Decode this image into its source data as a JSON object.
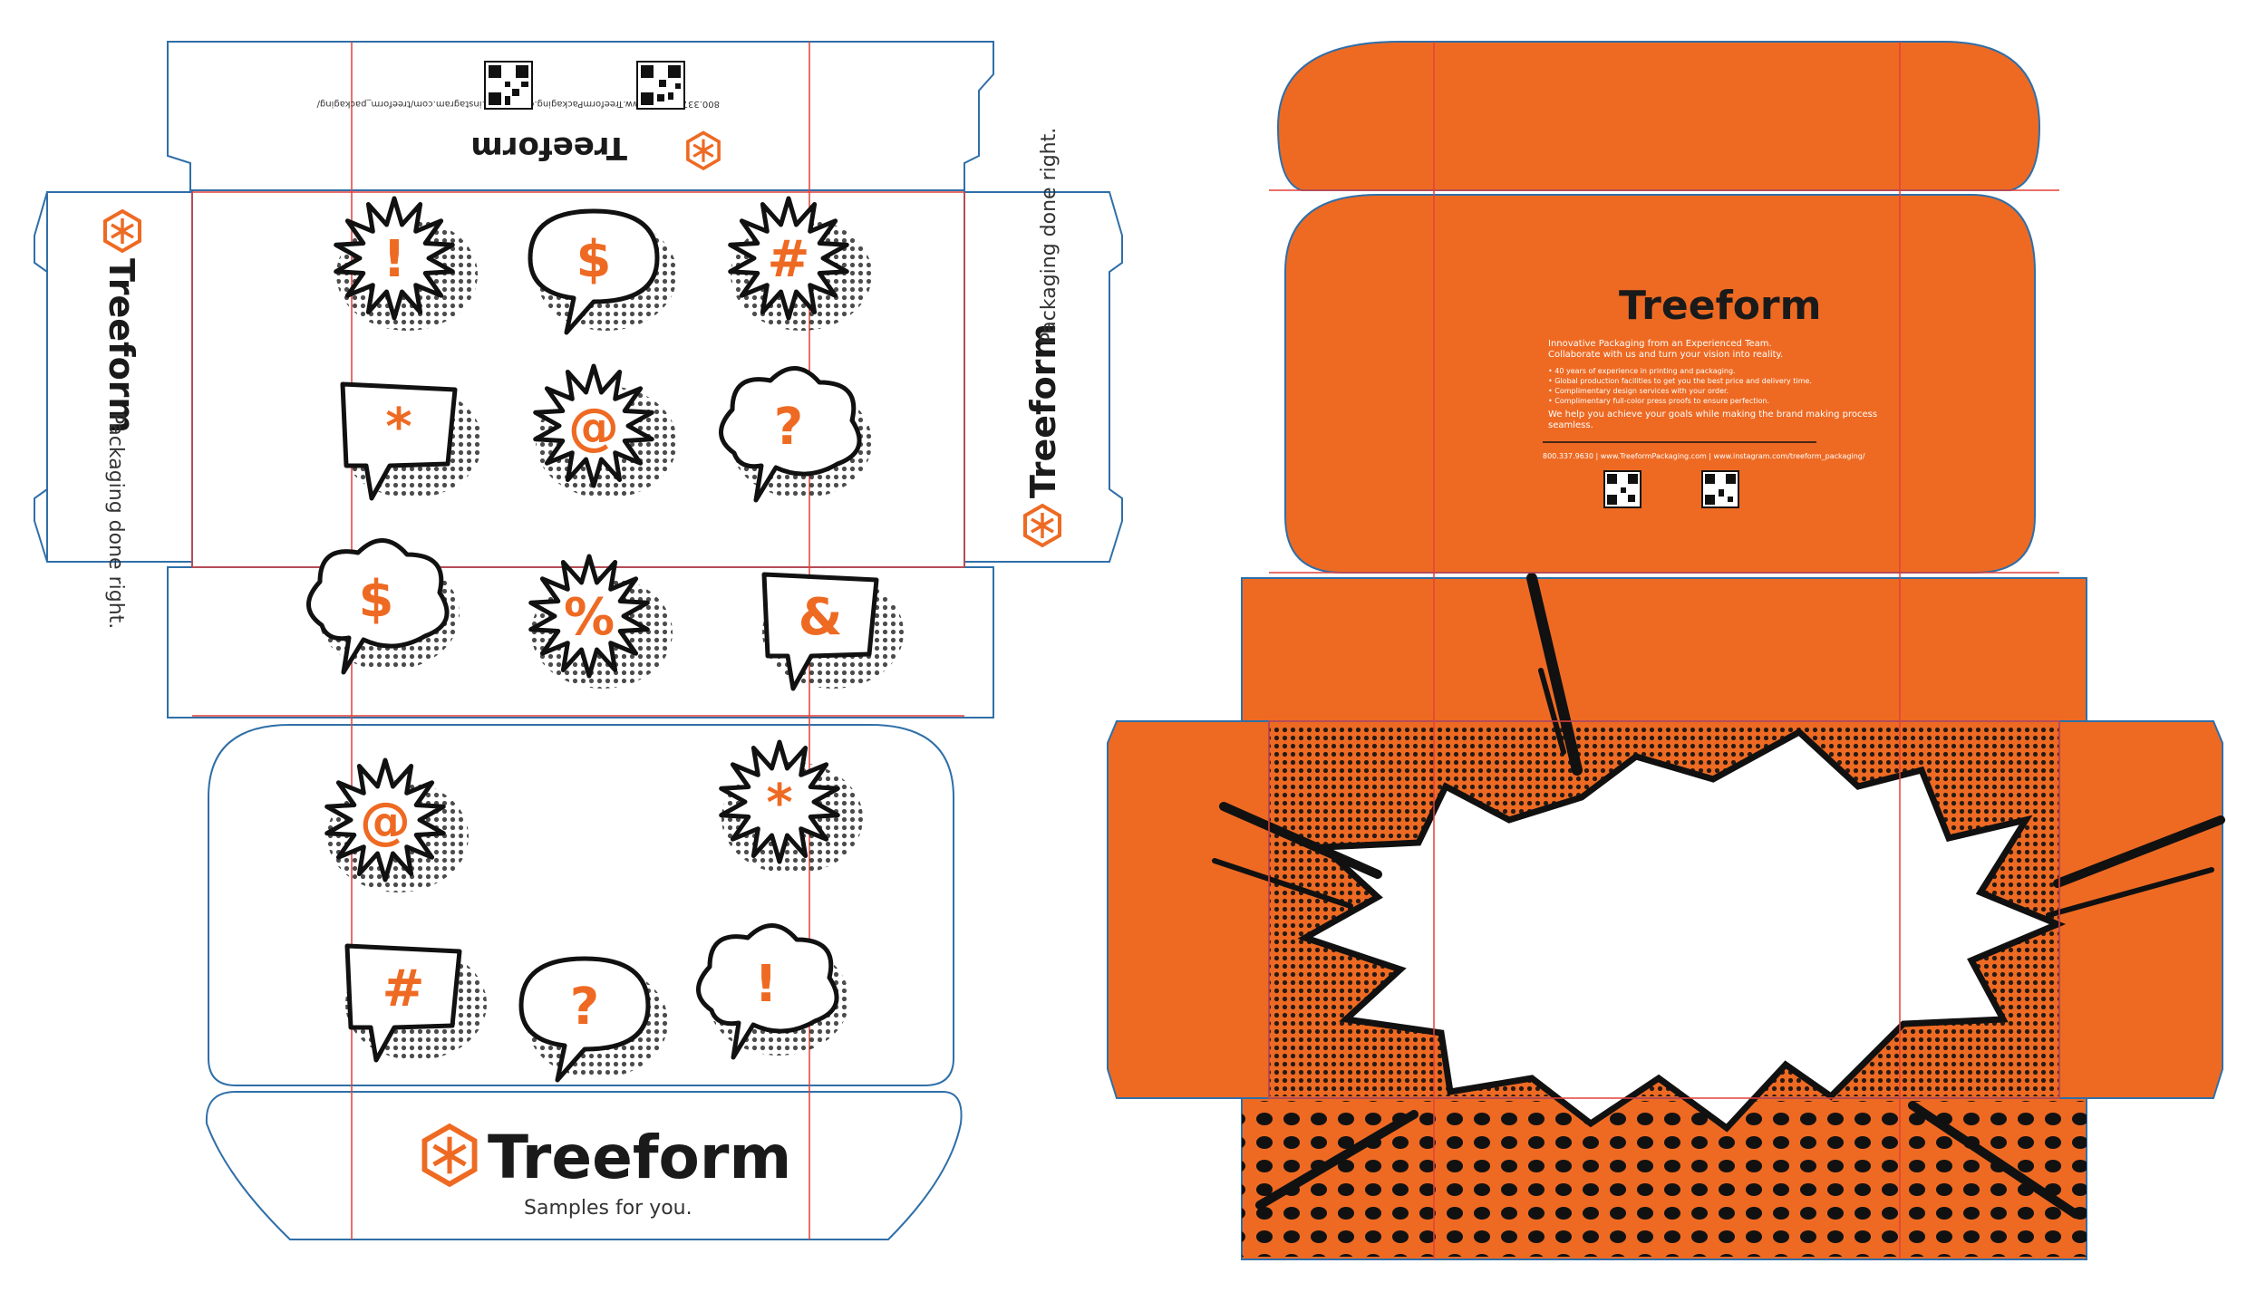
{
  "brand": {
    "name": "Treeform",
    "tagline_side": "Packaging done right.",
    "tagline_front": "Samples for you.",
    "accent_color": "#ee6a23",
    "outline_color": "#2f6fa8",
    "guide_color": "#e2403a"
  },
  "contact": {
    "phone": "800.337.9630",
    "website": "www.TreeformPackaging.com",
    "instagram": "www.instagram.com/treeform_packaging/",
    "contact_line": "800.337.9630  |  www.TreeformPackaging.com  |  www.instagram.com/treeform_packaging/"
  },
  "inside_lid": {
    "headline": "Innovative Packaging from an Experienced Team. Collaborate with us and turn your vision into reality.",
    "bullets": [
      "• 40 years of experience in printing and packaging.",
      "• Global production  facilities to get you the best price and delivery time.",
      "• Complimentary design services with your order.",
      "• Complimentary full-color press proofs to ensure perfection."
    ],
    "closing": "We help you achieve your goals while making the brand making process seamless."
  },
  "bubbles_top": [
    {
      "symbol": "!",
      "shape": "burst"
    },
    {
      "symbol": "$",
      "shape": "speech"
    },
    {
      "symbol": "#",
      "shape": "burst"
    },
    {
      "symbol": "*",
      "shape": "square"
    },
    {
      "symbol": "@",
      "shape": "burst"
    },
    {
      "symbol": "?",
      "shape": "cloud"
    },
    {
      "symbol": "$",
      "shape": "cloud"
    },
    {
      "symbol": "%",
      "shape": "burst"
    },
    {
      "symbol": "&",
      "shape": "square"
    }
  ],
  "bubbles_bottom": [
    {
      "symbol": "@",
      "shape": "burst"
    },
    {
      "symbol": "*",
      "shape": "burst"
    },
    {
      "symbol": "#",
      "shape": "square"
    },
    {
      "symbol": "?",
      "shape": "speech"
    },
    {
      "symbol": "!",
      "shape": "cloud"
    }
  ],
  "icons": [
    "treeform-logo-icon",
    "qr-code-icon"
  ]
}
